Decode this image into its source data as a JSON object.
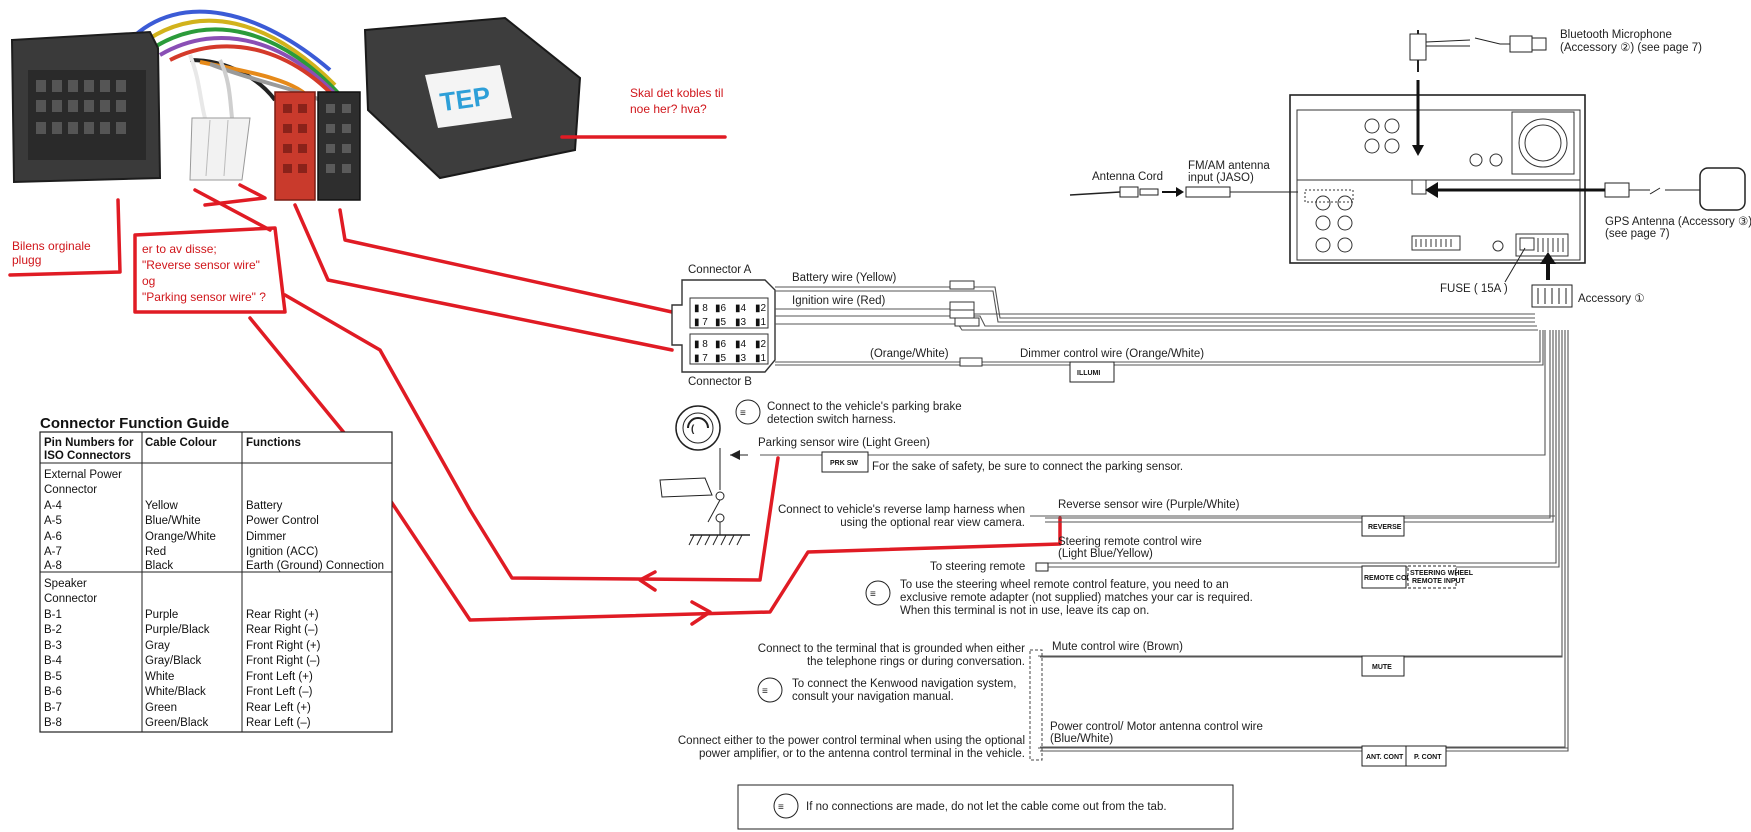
{
  "annotations": {
    "top": [
      "Skal det kobles til",
      "noe her? hva?"
    ],
    "left": [
      "Bilens orginale",
      "plugg"
    ],
    "middle": [
      "er to av disse;",
      "\"Reverse sensor wire\"",
      "og",
      "\"Parking sensor wire\" ?"
    ]
  },
  "adapter": {
    "logo": "TEP"
  },
  "connectors": {
    "a_label": "Connector A",
    "b_label": "Connector B",
    "pins_top": [
      "8",
      "6",
      "4",
      "2"
    ],
    "pins_bottom": [
      "7",
      "5",
      "3",
      "1"
    ]
  },
  "head_unit": {
    "bt_mic": [
      "Bluetooth  Microphone",
      "(Accessory ②) (see page 7)"
    ],
    "antenna_cord": "Antenna Cord",
    "fmam": [
      "FM/AM antenna",
      "input (JASO)"
    ],
    "gps": [
      "GPS Antenna (Accessory ③)",
      "(see page 7)"
    ],
    "fuse": "FUSE ( 15A )",
    "accessory": "Accessory ①"
  },
  "wires": {
    "battery": "Battery wire (Yellow)",
    "ignition": "Ignition wire (Red)",
    "orange_white": "(Orange/White)",
    "dimmer": "Dimmer control wire (Orange/White)",
    "illumi": "ILLUMI",
    "brake_note": [
      "Connect to the vehicle's parking brake",
      "detection switch harness."
    ],
    "parking": "Parking sensor wire (Light Green)",
    "prksw": "PRK SW",
    "safety": "For the sake of safety, be sure to connect the parking sensor.",
    "reverse_note": [
      "Connect to vehicle's reverse lamp harness when",
      "using the optional rear view camera."
    ],
    "reverse": "Reverse sensor wire (Purple/White)",
    "reverse_box": "REVERSE",
    "steering_wire": [
      "Steering remote control wire",
      "(Light Blue/Yellow)"
    ],
    "to_steering": "To steering remote",
    "remote_cont": "REMOTE CONT",
    "steering_input": [
      "STEERING WHEEL",
      "REMOTE INPUT"
    ],
    "steering_note": [
      "To use the steering wheel remote control feature, you need to an",
      "exclusive remote adapter (not supplied) matches your car is required.",
      "When this terminal is not in use, leave its cap on."
    ],
    "mute_note": [
      "Connect to the terminal that is grounded when either",
      "the telephone rings or during conversation."
    ],
    "mute": "Mute control wire (Brown)",
    "mute_box": "MUTE",
    "kenwood_note": [
      "To connect the Kenwood navigation system,",
      "consult your navigation manual."
    ],
    "power_note": [
      "Connect either to the power control terminal when using the optional",
      "power amplifier, or to the antenna control terminal in the vehicle."
    ],
    "power": [
      "Power control/ Motor antenna control wire",
      "(Blue/White)"
    ],
    "ant_cont": "ANT. CONT",
    "p_cont": "P. CONT",
    "tab_note": "If no connections are made, do not let the cable come out from the tab."
  },
  "guide": {
    "title": "Connector Function Guide",
    "headers": [
      [
        "Pin Numbers for",
        "ISO Connectors"
      ],
      [
        "Cable Colour"
      ],
      [
        "Functions"
      ]
    ],
    "groups": [
      {
        "name": [
          "External Power",
          "Connector"
        ],
        "rows": [
          [
            "A-4",
            "Yellow",
            "Battery"
          ],
          [
            "A-5",
            "Blue/White",
            "Power Control"
          ],
          [
            "A-6",
            "Orange/White",
            "Dimmer"
          ],
          [
            "A-7",
            "Red",
            "Ignition (ACC)"
          ],
          [
            "A-8",
            "Black",
            "Earth (Ground) Connection"
          ]
        ]
      },
      {
        "name": [
          "Speaker",
          "Connector"
        ],
        "rows": [
          [
            "B-1",
            "Purple",
            "Rear Right (+)"
          ],
          [
            "B-2",
            "Purple/Black",
            "Rear Right (–)"
          ],
          [
            "B-3",
            "Gray",
            "Front Right (+)"
          ],
          [
            "B-4",
            "Gray/Black",
            "Front Right (–)"
          ],
          [
            "B-5",
            "White",
            "Front Left (+)"
          ],
          [
            "B-6",
            "White/Black",
            "Front Left (–)"
          ],
          [
            "B-7",
            "Green",
            "Rear Left (+)"
          ],
          [
            "B-8",
            "Green/Black",
            "Rear Left (–)"
          ]
        ]
      }
    ]
  }
}
